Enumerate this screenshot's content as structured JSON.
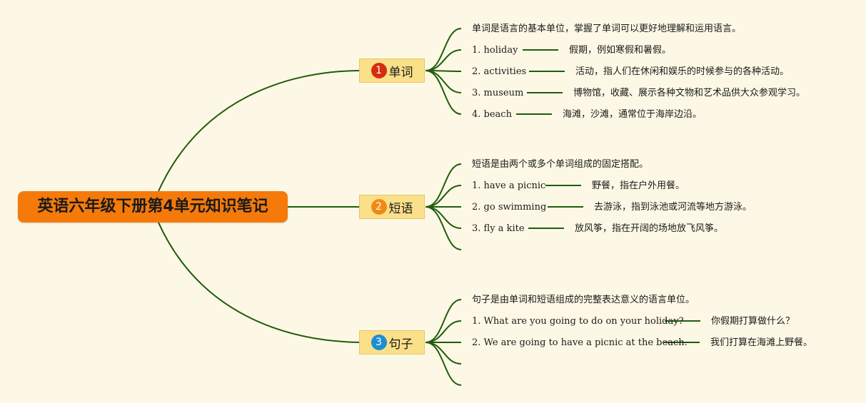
{
  "root": {
    "label": "英语六年级下册第4单元知识笔记"
  },
  "colors": {
    "background": "#fdf8e5",
    "root_fill": "#f57a0a",
    "branch_fill": "#fbe08a",
    "edge": "#1f5c0c",
    "badge_1": "#d62d0e",
    "badge_2": "#f08a14",
    "badge_3": "#1d8fd1"
  },
  "branches": [
    {
      "number": "1",
      "label": "单词",
      "intro": "单词是语言的基本单位，掌握了单词可以更好地理解和运用语言。",
      "items": [
        {
          "term": "1. holiday",
          "definition": "假期，例如寒假和暑假。"
        },
        {
          "term": "2. activities",
          "definition": "活动，指人们在休闲和娱乐的时候参与的各种活动。"
        },
        {
          "term": "3. museum",
          "definition": "博物馆，收藏、展示各种文物和艺术品供大众参观学习。"
        },
        {
          "term": "4. beach",
          "definition": "海滩，沙滩，通常位于海岸边沿。"
        }
      ]
    },
    {
      "number": "2",
      "label": "短语",
      "intro": "短语是由两个或多个单词组成的固定搭配。",
      "items": [
        {
          "term": "1. have a picnic",
          "definition": "野餐，指在户外用餐。"
        },
        {
          "term": "2. go swimming",
          "definition": "去游泳，指到泳池或河流等地方游泳。"
        },
        {
          "term": "3. fly a kite",
          "definition": "放风筝，指在开阔的场地放飞风筝。"
        }
      ]
    },
    {
      "number": "3",
      "label": "句子",
      "intro": "句子是由单词和短语组成的完整表达意义的语言单位。",
      "items": [
        {
          "term": "1. What are you going to do on your holiday?",
          "definition": "你假期打算做什么？"
        },
        {
          "term": "2. We are going to have a picnic at the beach.",
          "definition": "我们打算在海滩上野餐。"
        }
      ]
    }
  ]
}
